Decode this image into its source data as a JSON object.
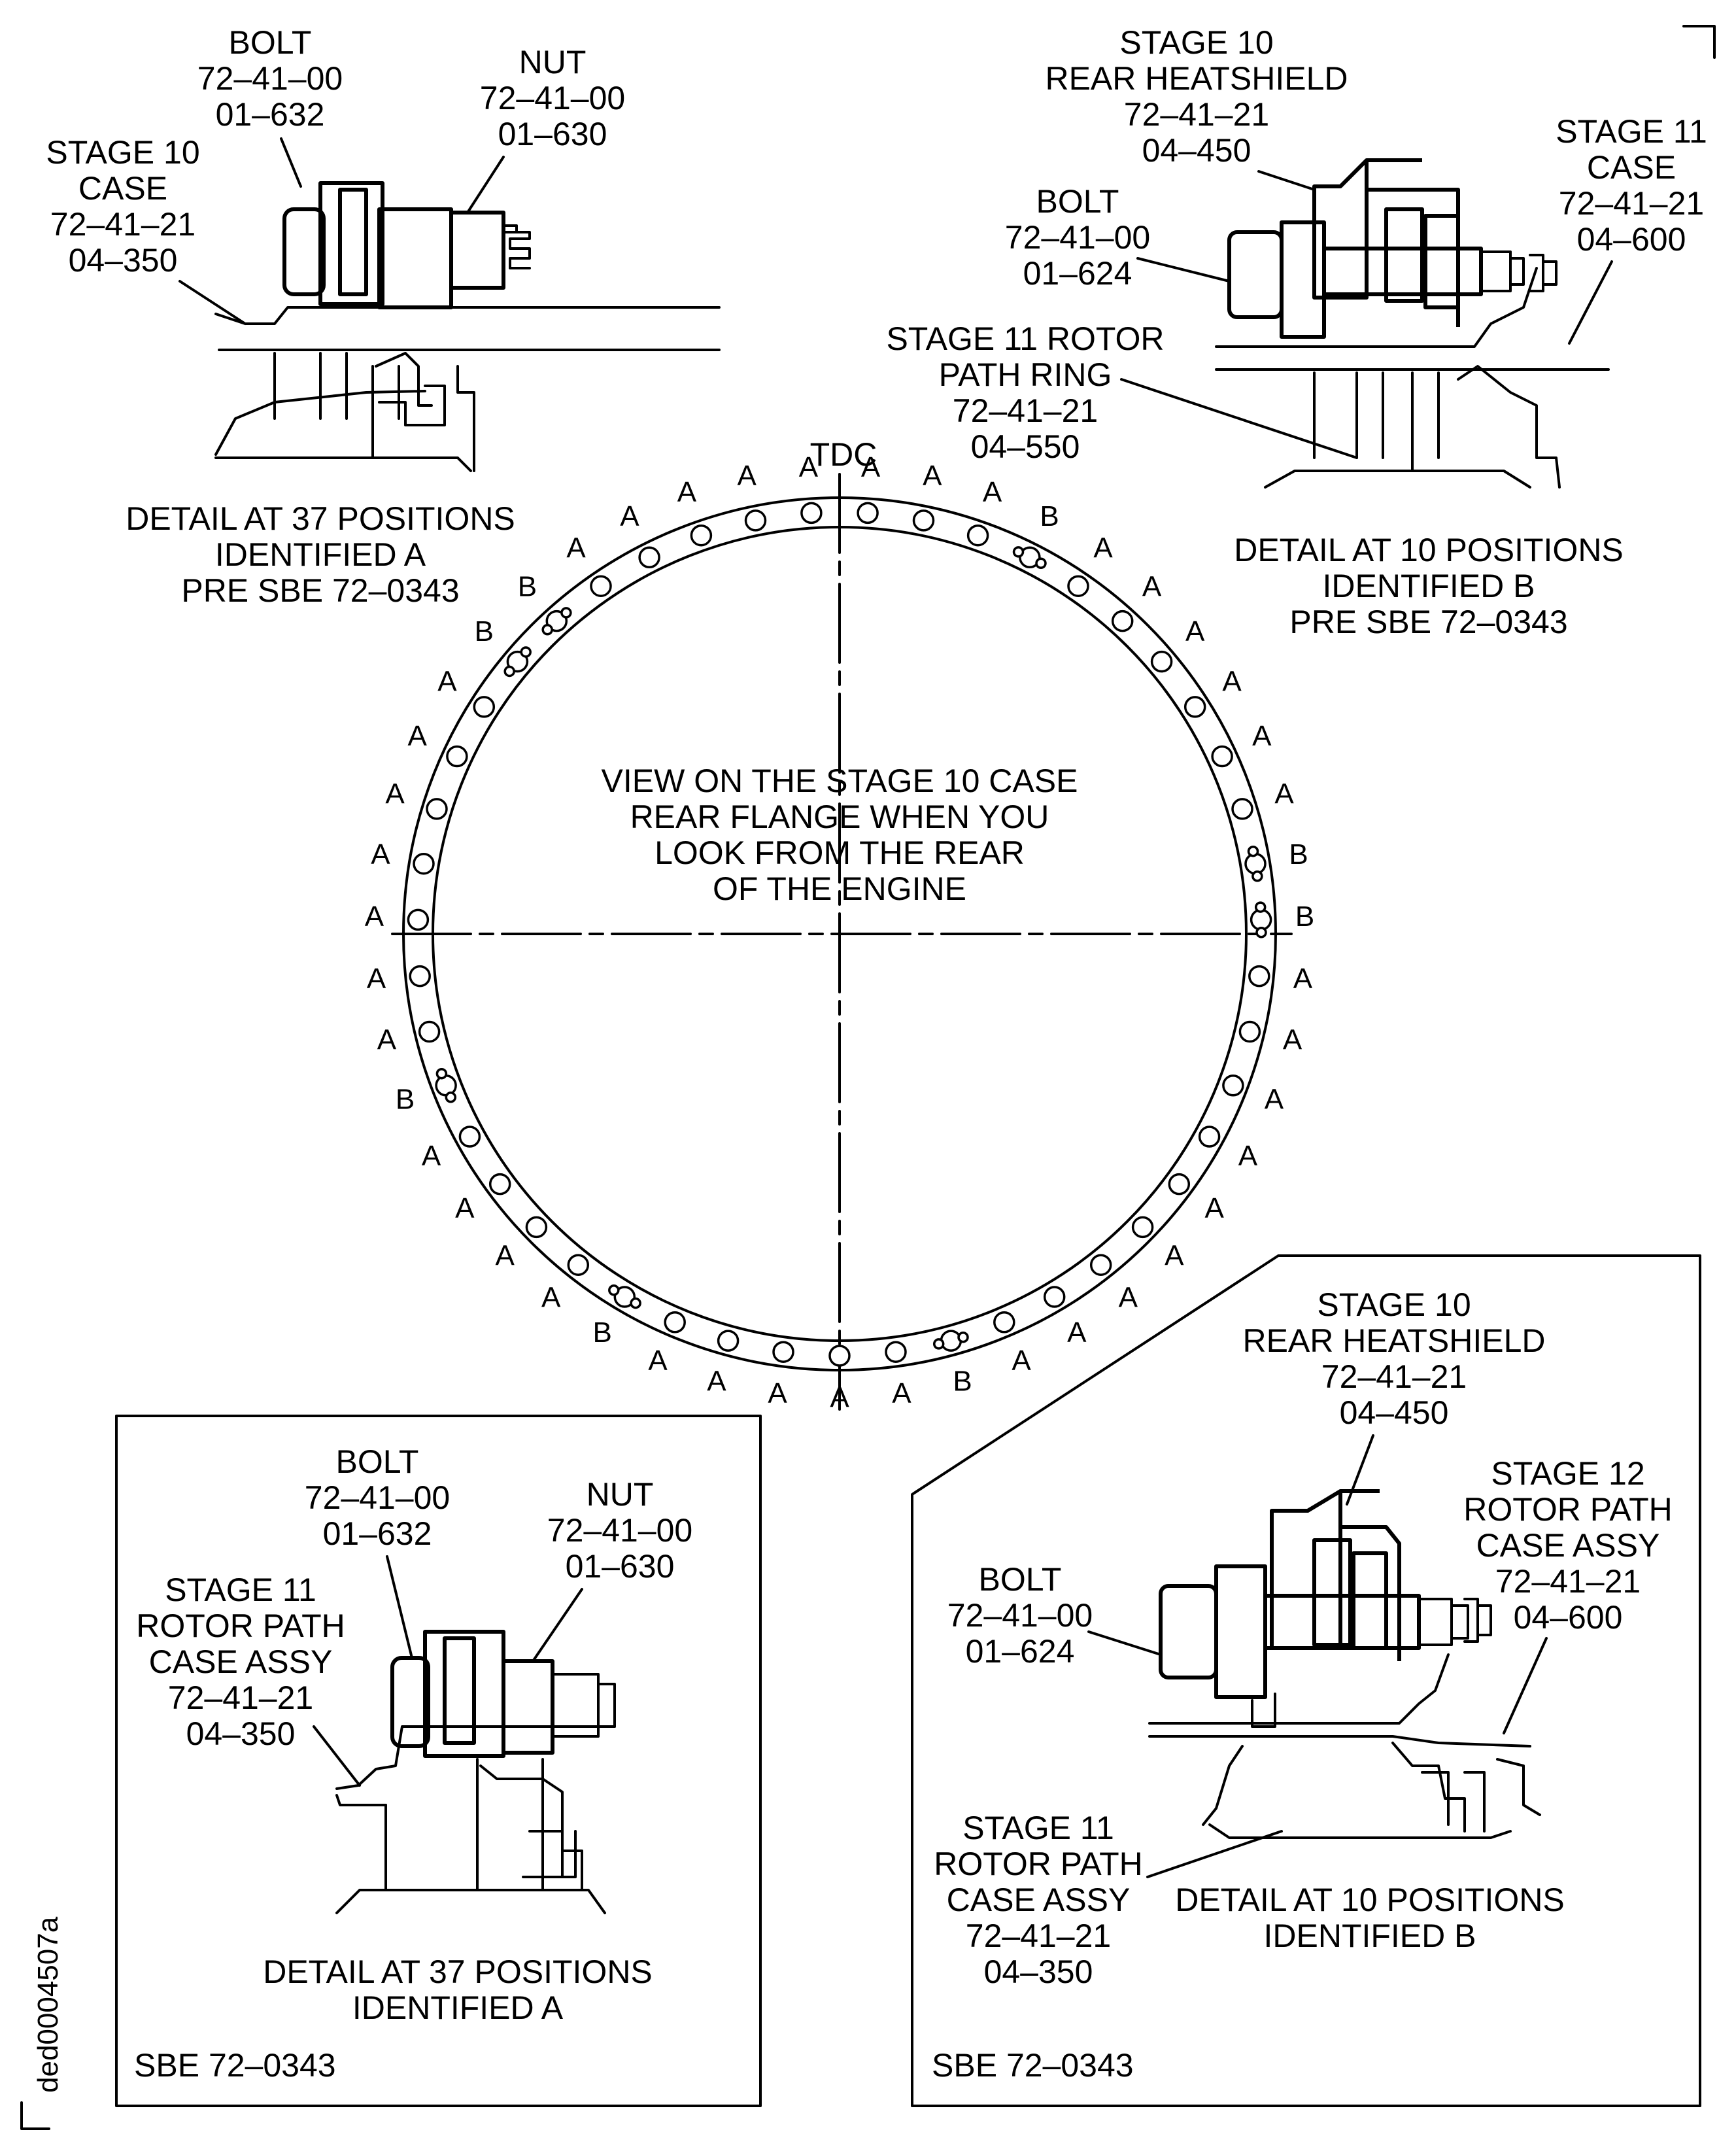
{
  "center_view": {
    "tdc": "TDC",
    "caption": [
      "VIEW ON THE STAGE 10 CASE",
      "REAR FLANGE WHEN YOU",
      "LOOK FROM THE REAR",
      "OF THE ENGINE"
    ],
    "position_labels": [
      "A",
      "A",
      "A",
      "B",
      "A",
      "A",
      "A",
      "A",
      "A",
      "A",
      "B",
      "B",
      "A",
      "A",
      "A",
      "A",
      "A",
      "A",
      "A",
      "A",
      "A",
      "B",
      "A",
      "A",
      "A",
      "A",
      "A",
      "B",
      "A",
      "A",
      "A",
      "A",
      "B",
      "A",
      "A",
      "A",
      "A",
      "A",
      "A",
      "A",
      "B",
      "B",
      "A",
      "A",
      "A",
      "A",
      "A"
    ]
  },
  "detail_top_left": {
    "callouts": [
      {
        "lines": [
          "BOLT",
          "72–41–00",
          "01–632"
        ]
      },
      {
        "lines": [
          "NUT",
          "72–41–00",
          "01–630"
        ]
      },
      {
        "lines": [
          "STAGE 10",
          "CASE",
          "72–41–21",
          "04–350"
        ]
      }
    ],
    "caption": [
      "DETAIL AT 37 POSITIONS",
      "IDENTIFIED A",
      "PRE SBE 72–0343"
    ]
  },
  "detail_top_right": {
    "callouts": [
      {
        "lines": [
          "STAGE 10",
          "REAR HEATSHIELD",
          "72–41–21",
          "04–450"
        ]
      },
      {
        "lines": [
          "STAGE 11",
          "CASE",
          "72–41–21",
          "04–600"
        ]
      },
      {
        "lines": [
          "BOLT",
          "72–41–00",
          "01–624"
        ]
      },
      {
        "lines": [
          "STAGE 11 ROTOR",
          "PATH RING",
          "72–41–21",
          "04–550"
        ]
      }
    ],
    "caption": [
      "DETAIL AT 10 POSITIONS",
      "IDENTIFIED B",
      "PRE SBE 72–0343"
    ]
  },
  "detail_bottom_left": {
    "callouts": [
      {
        "lines": [
          "BOLT",
          "72–41–00",
          "01–632"
        ]
      },
      {
        "lines": [
          "NUT",
          "72–41–00",
          "01–630"
        ]
      },
      {
        "lines": [
          "STAGE 11",
          "ROTOR PATH",
          "CASE ASSY",
          "72–41–21",
          "04–350"
        ]
      }
    ],
    "caption": [
      "DETAIL AT 37 POSITIONS",
      "IDENTIFIED A"
    ],
    "sbe": "SBE 72–0343"
  },
  "detail_bottom_right": {
    "callouts": [
      {
        "lines": [
          "STAGE 10",
          "REAR HEATSHIELD",
          "72–41–21",
          "04–450"
        ]
      },
      {
        "lines": [
          "STAGE 12",
          "ROTOR PATH",
          "CASE ASSY",
          "72–41–21",
          "04–600"
        ]
      },
      {
        "lines": [
          "BOLT",
          "72–41–00",
          "01–624"
        ]
      },
      {
        "lines": [
          "STAGE 11",
          "ROTOR PATH",
          "CASE ASSY",
          "72–41–21",
          "04–350"
        ]
      }
    ],
    "caption": [
      "DETAIL AT 10 POSITIONS",
      "IDENTIFIED B"
    ],
    "sbe": "SBE 72–0343"
  },
  "figure_id": "ded0004507a"
}
